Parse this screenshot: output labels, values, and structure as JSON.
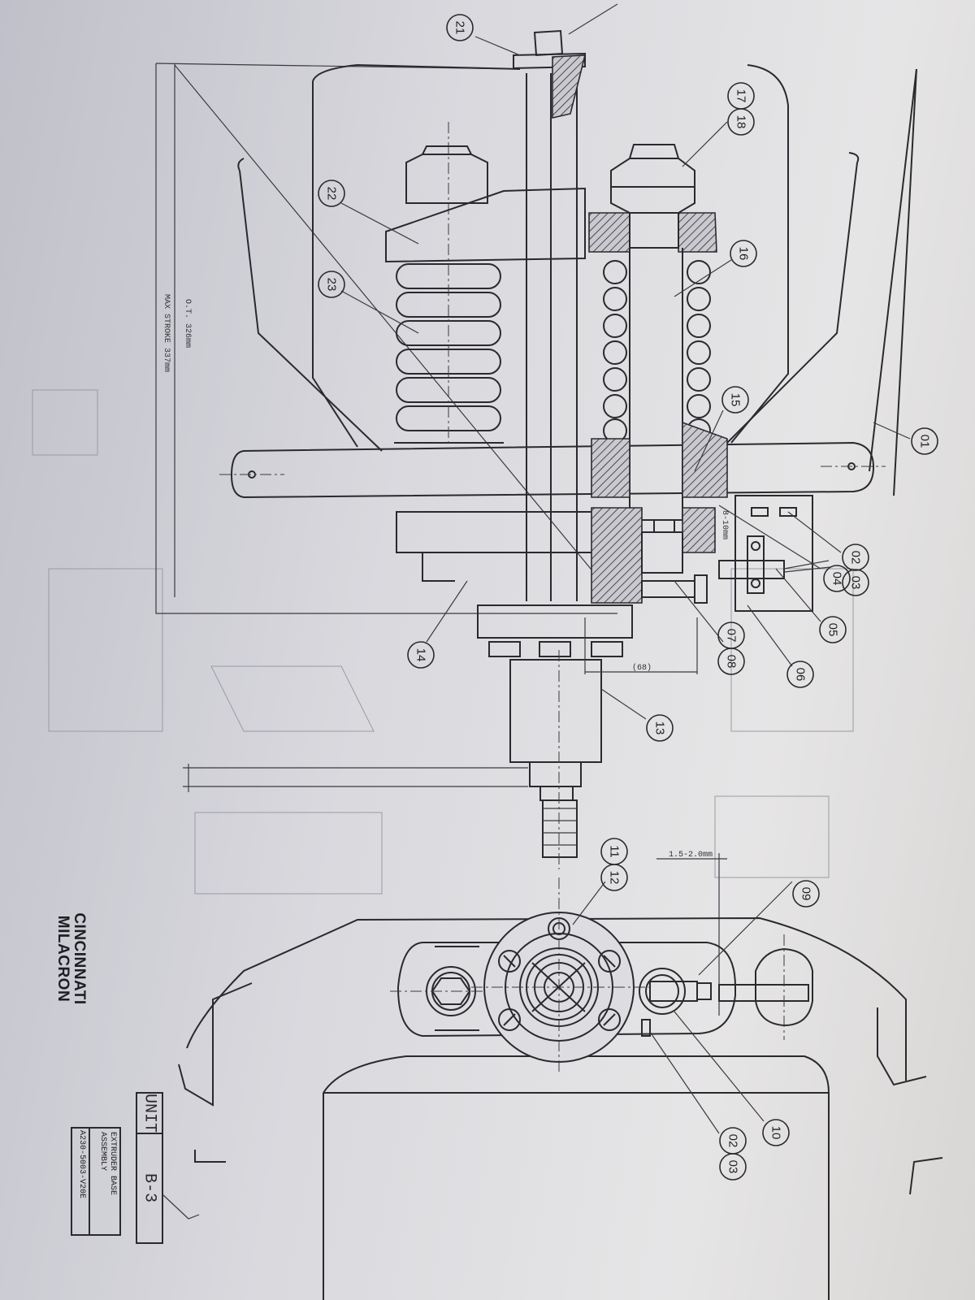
{
  "drawing": {
    "brand_line1": "CINCINNATI",
    "brand_line2": "MILACRON",
    "unit_label": "UNIT",
    "unit_value": "B-3",
    "title_line1": "EXTRUDER BASE",
    "title_line2": "ASSEMBLY",
    "drawing_number": "A230-5003-V20E",
    "dimensions": {
      "ot": "O.T. 326mm",
      "max_stroke": "MAX STROKE 337mm",
      "offset_68": "(68)",
      "gap": "1.5-2.0mm",
      "clearance": "8-10mm"
    },
    "callouts": {
      "c21": "21",
      "c17": "17",
      "c18": "18",
      "c22": "22",
      "c23": "23",
      "c16": "16",
      "c15": "15",
      "c01": "01",
      "c02": "02",
      "c03": "03",
      "c04": "04",
      "c05": "05",
      "c06": "06",
      "c07": "07",
      "c08": "08",
      "c14": "14",
      "c13": "13",
      "c11": "11",
      "c12": "12",
      "c09": "09",
      "c10": "10",
      "c02b": "02",
      "c03b": "03"
    }
  }
}
